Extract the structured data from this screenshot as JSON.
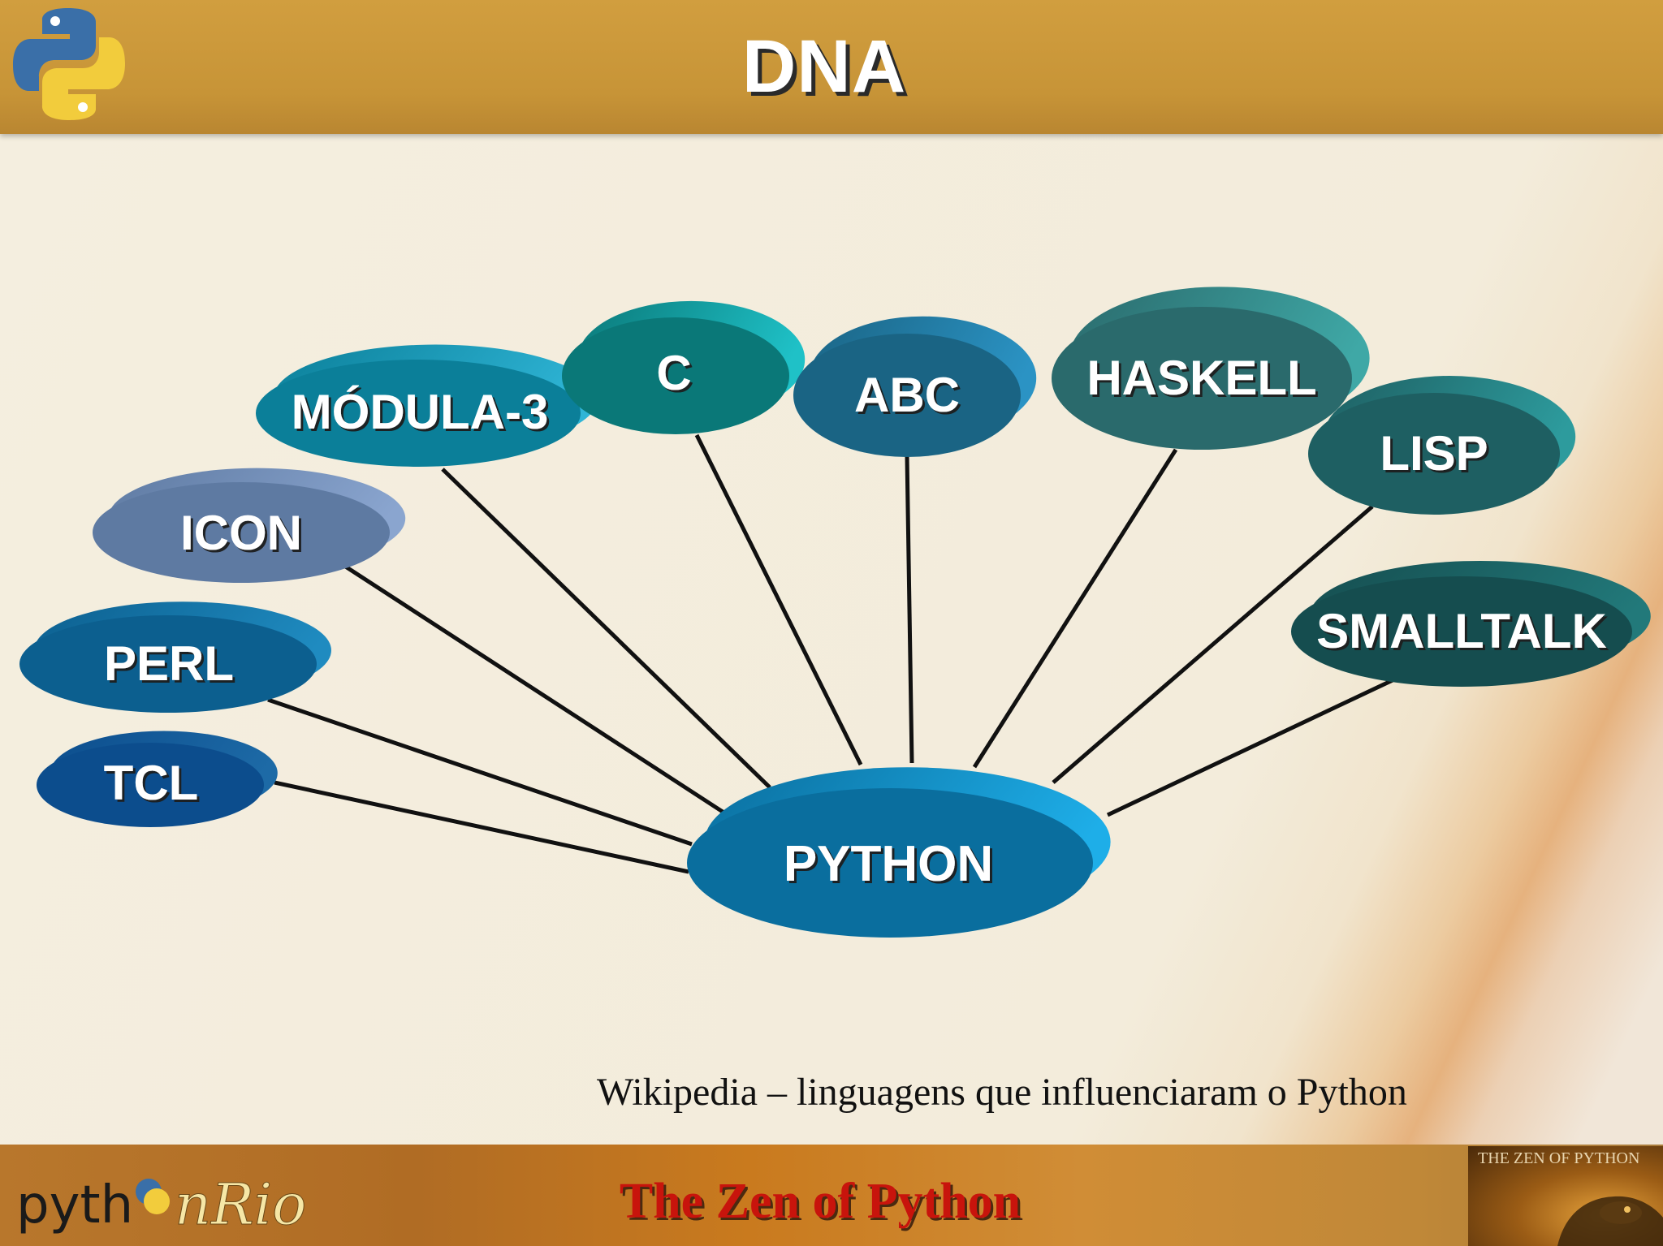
{
  "header": {
    "title": "DNA"
  },
  "diagram": {
    "center": {
      "label": "PYTHON"
    },
    "languages": [
      {
        "label": "TCL"
      },
      {
        "label": "PERL"
      },
      {
        "label": "ICON"
      },
      {
        "label": "MÓDULA-3"
      },
      {
        "label": "C"
      },
      {
        "label": "ABC"
      },
      {
        "label": "HASKELL"
      },
      {
        "label": "LISP"
      },
      {
        "label": "SMALLTALK"
      }
    ]
  },
  "caption": "Wikipedia – linguagens que influenciaram o Python",
  "footer": {
    "logo_left": "pyth",
    "logo_right": "nRio",
    "title": "The Zen of Python",
    "thumb_text": "THE ZEN OF PYTHON"
  },
  "icons": {
    "header_logo": "python-logo-icon"
  }
}
